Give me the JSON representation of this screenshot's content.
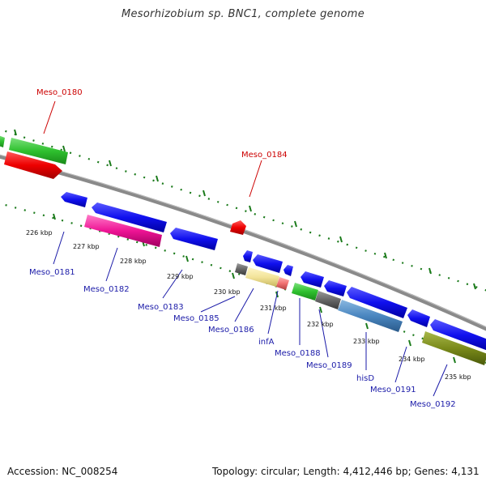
{
  "title": "Mesorhizobium sp. BNC1, complete genome",
  "accession": "Accession: NC_008254",
  "summary": "Topology: circular; Length: 4,412,446 bp; Genes: 4,131",
  "colors": {
    "red_label": "#cc0000",
    "blue_label": "#1a1aa8",
    "backbone": "#8a8a8a",
    "tick": "#1a7a1a",
    "leader_red": "#cc0000",
    "leader_blue": "#1a1aa8"
  },
  "scale": {
    "labels": [
      "226 kbp",
      "227 kbp",
      "228 kbp",
      "229 kbp",
      "230 kbp",
      "231 kbp",
      "232 kbp",
      "233 kbp",
      "234 kbp",
      "235 kbp"
    ]
  },
  "labeled_genes": [
    {
      "name": "Meso_0180",
      "color": "red"
    },
    {
      "name": "Meso_0184",
      "color": "red"
    },
    {
      "name": "Meso_0181",
      "color": "blue"
    },
    {
      "name": "Meso_0182",
      "color": "blue"
    },
    {
      "name": "Meso_0183",
      "color": "blue"
    },
    {
      "name": "Meso_0185",
      "color": "blue"
    },
    {
      "name": "Meso_0186",
      "color": "blue"
    },
    {
      "name": "infA",
      "color": "blue"
    },
    {
      "name": "Meso_0188",
      "color": "blue"
    },
    {
      "name": "Meso_0189",
      "color": "blue"
    },
    {
      "name": "hisD",
      "color": "blue"
    },
    {
      "name": "Meso_0191",
      "color": "blue"
    },
    {
      "name": "Meso_0192",
      "color": "blue"
    }
  ]
}
